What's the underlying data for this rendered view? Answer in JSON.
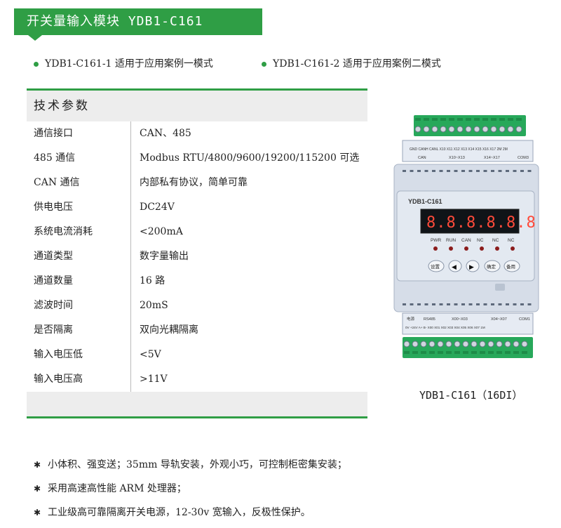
{
  "header": {
    "title": "开关量输入模块 YDB1-C161"
  },
  "modes": [
    "YDB1-C161-1 适用于应用案例一模式",
    "YDB1-C161-2 适用于应用案例二模式"
  ],
  "params": {
    "title": "技术参数",
    "rows": [
      {
        "k": "通信接口",
        "v": "CAN、485"
      },
      {
        "k": "485 通信",
        "v": "Modbus RTU/4800/9600/19200/115200 可选"
      },
      {
        "k": "CAN 通信",
        "v": "内部私有协议，简单可靠"
      },
      {
        "k": "供电电压",
        "v": "DC24V"
      },
      {
        "k": "系统电流消耗",
        "v": "<200mA"
      },
      {
        "k": "通道类型",
        "v": "数字量输出"
      },
      {
        "k": "通道数量",
        "v": "16 路"
      },
      {
        "k": "滤波时间",
        "v": "20mS"
      },
      {
        "k": "是否隔离",
        "v": "双向光耦隔离"
      },
      {
        "k": "输入电压低",
        "v": "<5V"
      },
      {
        "k": "输入电压高",
        "v": ">11V"
      }
    ]
  },
  "device": {
    "model": "YDB1-C161",
    "display": "8.8.8.8.8.8.",
    "top_groups": [
      "CAN",
      "X10~X13",
      "X14~X17",
      "COM3"
    ],
    "top_pins": "GND CANH CANL  X10 X11 X12 X13  X14 X15 X16 X17   2M   2M",
    "leds": [
      "PWR",
      "RUN",
      "CAN",
      "NC",
      "NC",
      "NC"
    ],
    "buttons": {
      "set": "设置",
      "left": "◀",
      "right": "▶",
      "ok": "确定",
      "spare": "备用"
    },
    "bottom_groups": [
      "电源",
      "RS485",
      "X00~X03",
      "X04~X07",
      "COM1"
    ],
    "bottom_pins": "0V +24V  A+  B-  X00 X01 X02 X03  X04 X05 X06 X07   1M",
    "accent": "#2f9e45"
  },
  "caption": "YDB1-C161（16DI）",
  "features": [
    "小体积、强变送；35mm 导轨安装，外观小巧，可控制柜密集安装；",
    "采用高速高性能 ARM 处理器；",
    "工业级高可靠隔离开关电源，12-30v 宽输入，反极性保护。"
  ]
}
